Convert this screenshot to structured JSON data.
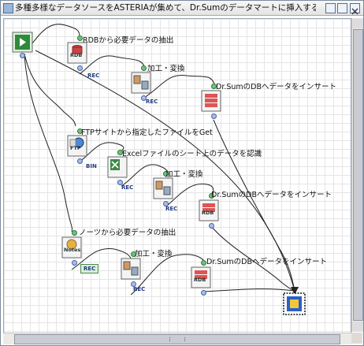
{
  "window": {
    "title": "多種多様なデータソースをASTERIAが集めて、Dr.Sumのデータマートに挿入する - デモ用フロー"
  },
  "flow": {
    "start": {
      "name": "start"
    },
    "end": {
      "name": "end"
    },
    "nodes": [
      {
        "label": "RDBから必要データの抽出",
        "caption": "RDB",
        "format": "REC"
      },
      {
        "label": "加工・変換",
        "caption": "",
        "format": "REC"
      },
      {
        "label": "Dr.SumのDBへデータをインサート",
        "caption": "",
        "format": ""
      },
      {
        "label": "FTPサイトから指定したファイルをGet",
        "caption": "FTP",
        "format": "BIN"
      },
      {
        "label": "Excelファイルのシート上のデータを認識",
        "caption": "",
        "format": "REC"
      },
      {
        "label": "加工・変換",
        "caption": "",
        "format": "REC"
      },
      {
        "label": "Dr.SumのDBへデータをインサート",
        "caption": "RDB",
        "format": ""
      },
      {
        "label": "ノーツから必要データの抽出",
        "caption": "Notes",
        "format": "REC"
      },
      {
        "label": "加工・変換",
        "caption": "",
        "format": "REC"
      },
      {
        "label": "Dr.SumのDBへデータをインサート",
        "caption": "RDB",
        "format": ""
      }
    ]
  },
  "colors": {
    "start_fill": "#2f8a3a",
    "end_fill": "#2a5fc4",
    "format_text": "#203b85",
    "wire": "#222222"
  }
}
